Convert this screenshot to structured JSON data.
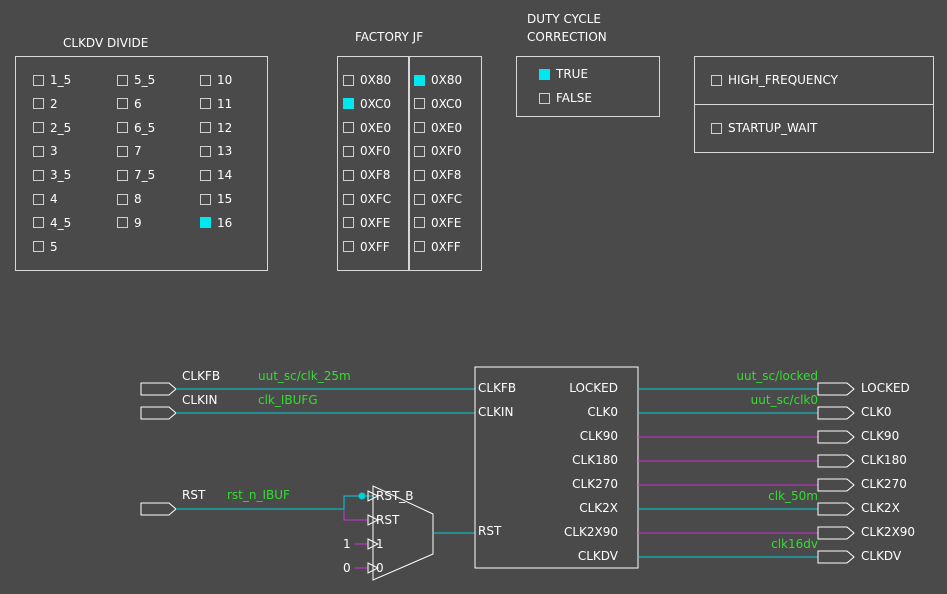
{
  "clkdv": {
    "title": "CLKDV DIVIDE",
    "options": [
      {
        "label": "1_5",
        "checked": false
      },
      {
        "label": "2",
        "checked": false
      },
      {
        "label": "2_5",
        "checked": false
      },
      {
        "label": "3",
        "checked": false
      },
      {
        "label": "3_5",
        "checked": false
      },
      {
        "label": "4",
        "checked": false
      },
      {
        "label": "4_5",
        "checked": false
      },
      {
        "label": "5",
        "checked": false
      },
      {
        "label": "5_5",
        "checked": false
      },
      {
        "label": "6",
        "checked": false
      },
      {
        "label": "6_5",
        "checked": false
      },
      {
        "label": "7",
        "checked": false
      },
      {
        "label": "7_5",
        "checked": false
      },
      {
        "label": "8",
        "checked": false
      },
      {
        "label": "9",
        "checked": false
      },
      {
        "label": "10",
        "checked": false
      },
      {
        "label": "11",
        "checked": false
      },
      {
        "label": "12",
        "checked": false
      },
      {
        "label": "13",
        "checked": false
      },
      {
        "label": "14",
        "checked": false
      },
      {
        "label": "15",
        "checked": false
      },
      {
        "label": "16",
        "checked": true
      }
    ]
  },
  "factory_jf": {
    "title": "FACTORY JF",
    "left": [
      {
        "label": "0X80",
        "checked": false
      },
      {
        "label": "0XC0",
        "checked": true
      },
      {
        "label": "0XE0",
        "checked": false
      },
      {
        "label": "0XF0",
        "checked": false
      },
      {
        "label": "0XF8",
        "checked": false
      },
      {
        "label": "0XFC",
        "checked": false
      },
      {
        "label": "0XFE",
        "checked": false
      },
      {
        "label": "0XFF",
        "checked": false
      }
    ],
    "right": [
      {
        "label": "0X80",
        "checked": true
      },
      {
        "label": "0XC0",
        "checked": false
      },
      {
        "label": "0XE0",
        "checked": false
      },
      {
        "label": "0XF0",
        "checked": false
      },
      {
        "label": "0XF8",
        "checked": false
      },
      {
        "label": "0XFC",
        "checked": false
      },
      {
        "label": "0XFE",
        "checked": false
      },
      {
        "label": "0XFF",
        "checked": false
      }
    ]
  },
  "duty_cycle": {
    "title_line1": "DUTY CYCLE",
    "title_line2": "CORRECTION",
    "options": [
      {
        "label": "TRUE",
        "checked": true
      },
      {
        "label": "FALSE",
        "checked": false
      }
    ]
  },
  "flags": [
    {
      "label": "HIGH_FREQUENCY",
      "checked": false
    },
    {
      "label": "STARTUP_WAIT",
      "checked": false
    }
  ],
  "schematic": {
    "inputs": [
      {
        "port": "CLKFB",
        "net": "uut_sc/clk_25m"
      },
      {
        "port": "CLKIN",
        "net": "clk_IBUFG"
      },
      {
        "port": "RST",
        "net": "rst_n_IBUF"
      }
    ],
    "mux": {
      "in_labels": [
        "RST_B",
        "RST",
        "1",
        "0"
      ],
      "const_labels": [
        "1",
        "0"
      ]
    },
    "dcm": {
      "in_pins": [
        "CLKFB",
        "CLKIN",
        "RST"
      ],
      "out_pins": [
        "LOCKED",
        "CLK0",
        "CLK90",
        "CLK180",
        "CLK270",
        "CLK2X",
        "CLK2X90",
        "CLKDV"
      ]
    },
    "outputs": [
      {
        "port": "LOCKED",
        "net": "uut_sc/locked",
        "color": "#00d0d8"
      },
      {
        "port": "CLK0",
        "net": "uut_sc/clk0",
        "color": "#00d0d8"
      },
      {
        "port": "CLK90",
        "net": "",
        "color": "#d030d0"
      },
      {
        "port": "CLK180",
        "net": "",
        "color": "#d030d0"
      },
      {
        "port": "CLK270",
        "net": "",
        "color": "#d030d0"
      },
      {
        "port": "CLK2X",
        "net": "clk_50m",
        "color": "#00d0d8"
      },
      {
        "port": "CLK2X90",
        "net": "",
        "color": "#d030d0"
      },
      {
        "port": "CLKDV",
        "net": "clk16dv",
        "color": "#00d0d8"
      }
    ],
    "colors": {
      "wire_cyan": "#00d0d8",
      "wire_magenta": "#d030d0",
      "net_green": "#33dd33",
      "outline": "#ffffff"
    }
  }
}
